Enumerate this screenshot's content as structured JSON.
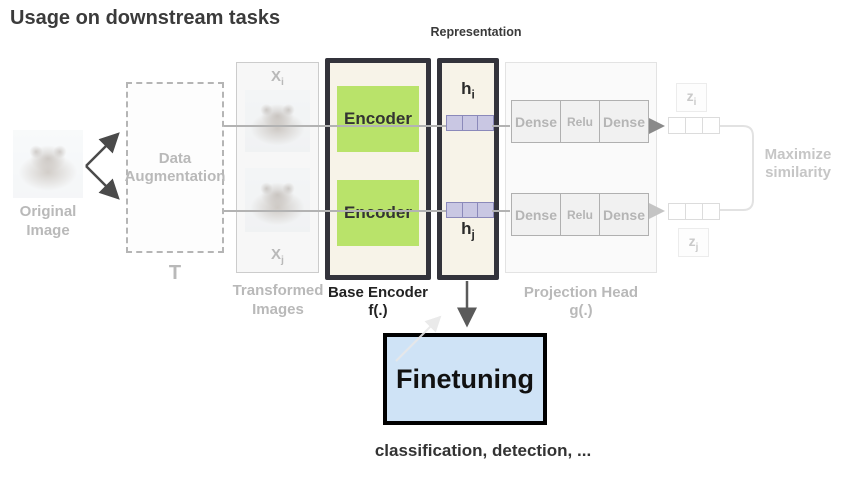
{
  "title": "Usage on downstream tasks",
  "colors": {
    "encoder_green": "#b9e36a",
    "highlight_cream": "#f7f3e8",
    "highlight_border": "#33333b",
    "vector_fill": "#c9c7e3",
    "vector_border": "#8b89ba",
    "finetune_blue": "#cfe3f6",
    "faded_text": "#b9b9b9",
    "dark_text": "#333333"
  },
  "original_image": {
    "label_line1": "Original",
    "label_line2": "Image"
  },
  "data_augmentation": {
    "label_line1": "Data",
    "label_line2": "Augmentation",
    "symbol": "T"
  },
  "transformed_images": {
    "x_i": {
      "base": "X",
      "sub": "i"
    },
    "x_j": {
      "base": "X",
      "sub": "j"
    },
    "label_line1": "Transformed",
    "label_line2": "Images"
  },
  "base_encoder": {
    "encoder_top": "Encoder",
    "encoder_bottom": "Encoder",
    "label_line1": "Base Encoder",
    "label_line2": "f(.)"
  },
  "representation": {
    "title": "Representation",
    "h_i": {
      "base": "h",
      "sub": "i"
    },
    "h_j": {
      "base": "h",
      "sub": "j"
    }
  },
  "projection_head": {
    "row1": [
      "Dense",
      "Relu",
      "Dense"
    ],
    "row2": [
      "Dense",
      "Relu",
      "Dense"
    ],
    "label_line1": "Projection Head",
    "label_line2": "g(.)"
  },
  "outputs": {
    "z_i": {
      "base": "z",
      "sub": "i"
    },
    "z_j": {
      "base": "z",
      "sub": "j"
    },
    "maximize_line1": "Maximize",
    "maximize_line2": "similarity"
  },
  "finetuning": {
    "label": "Finetuning",
    "tasks": "classification, detection, ..."
  }
}
